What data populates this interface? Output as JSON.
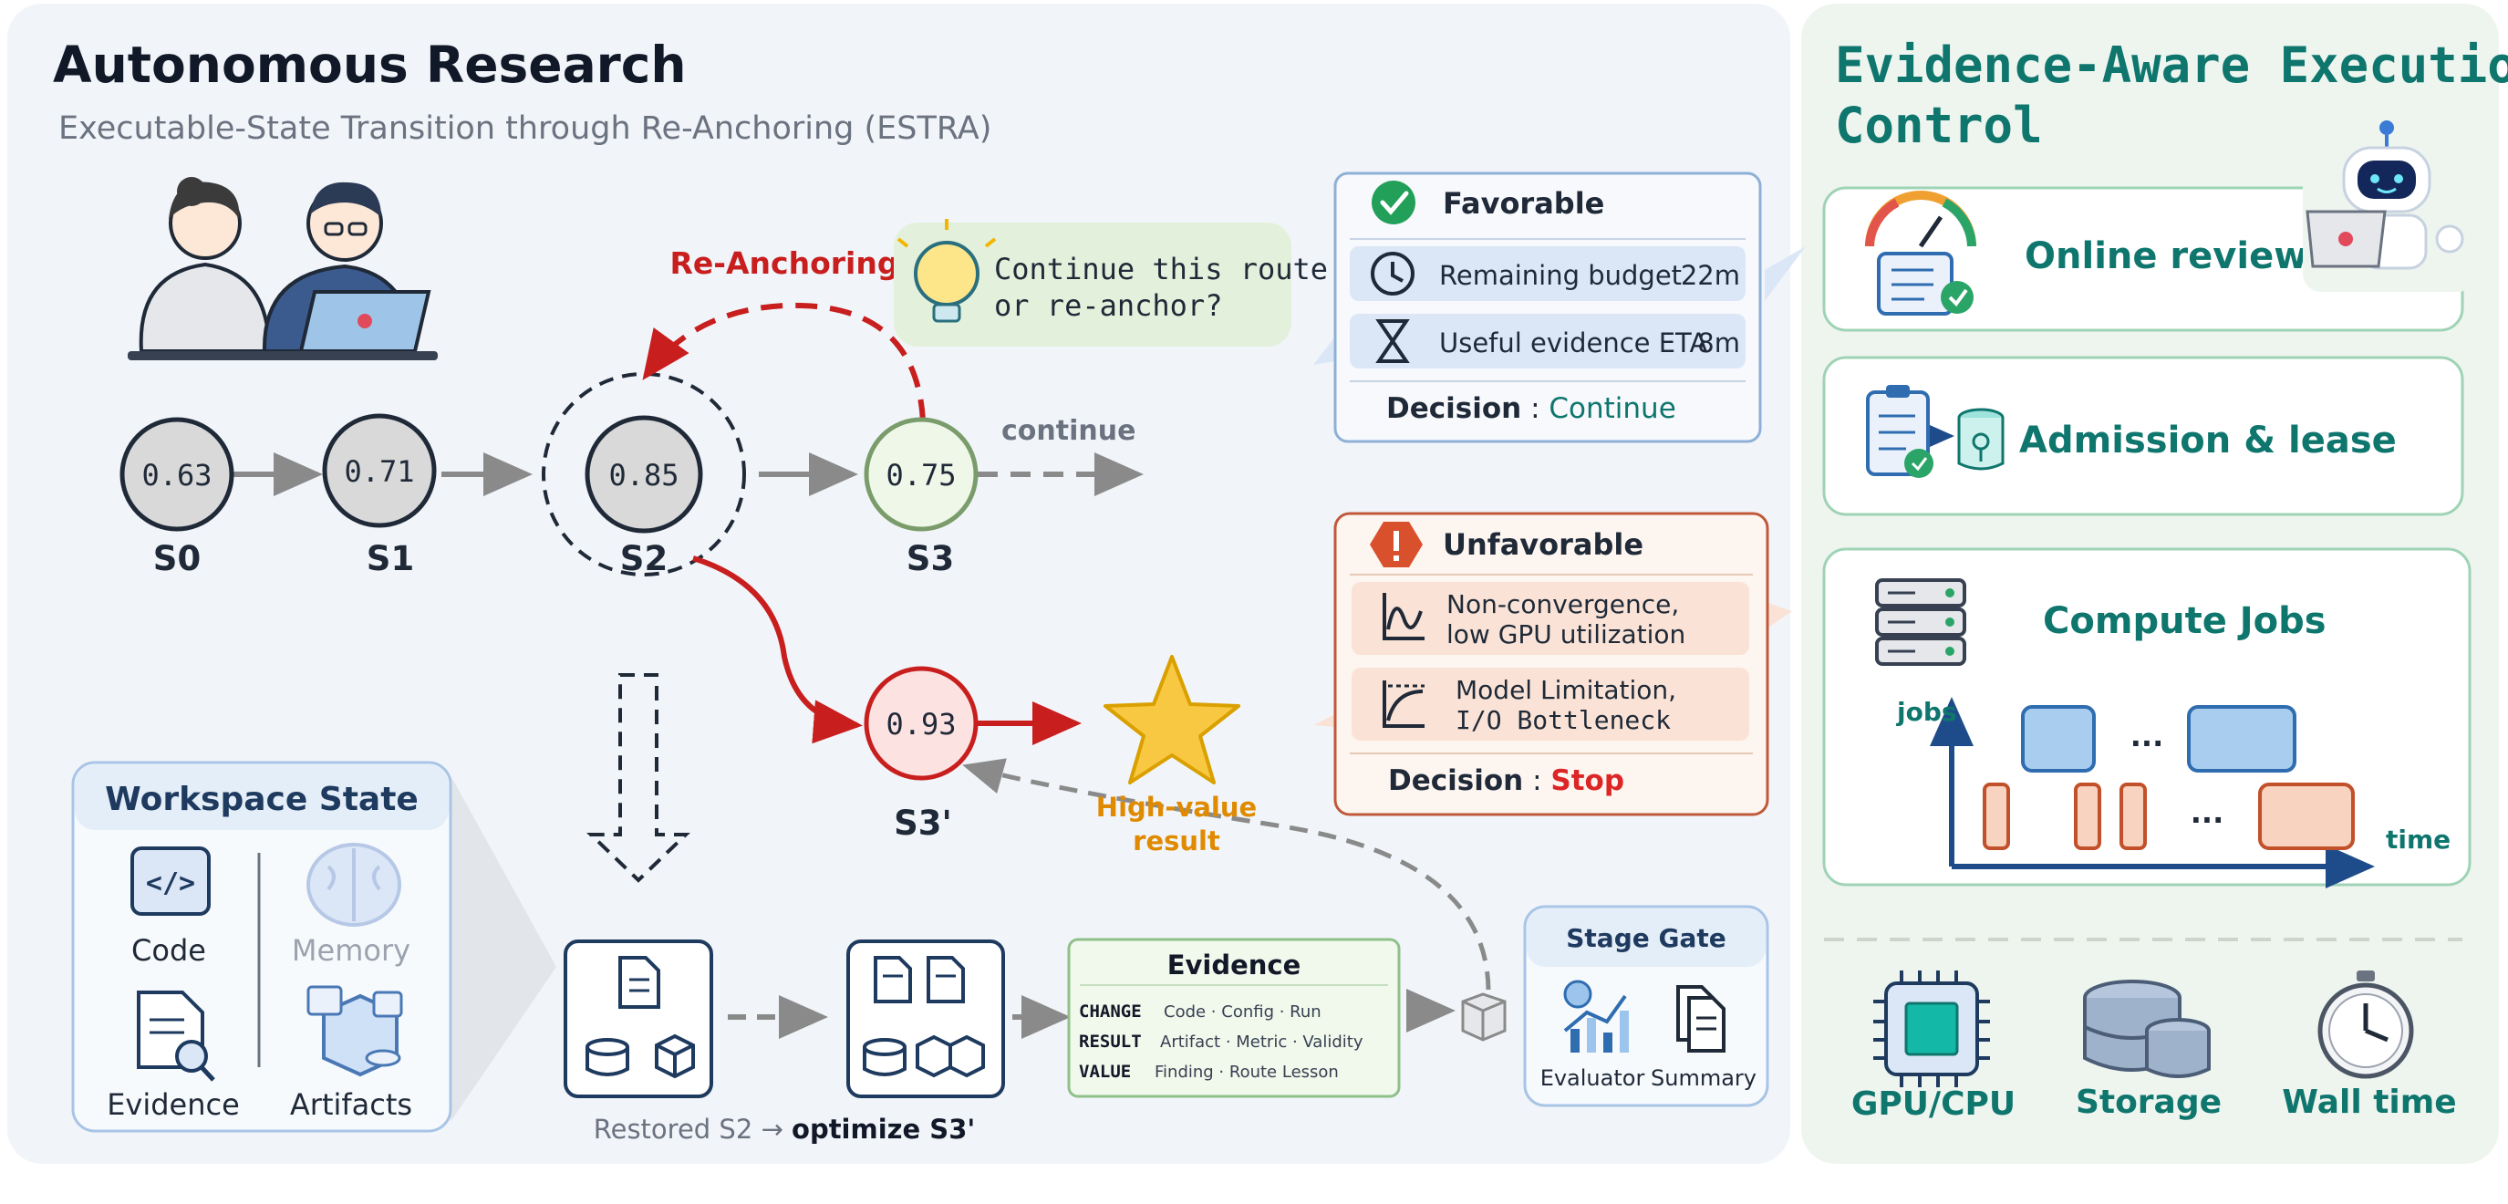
{
  "header": {
    "title": "Autonomous Research",
    "subtitle": "Executable-State Transition through Re-Anchoring (ESTRA)"
  },
  "states": [
    {
      "score": "0.63",
      "label": "S0"
    },
    {
      "score": "0.71",
      "label": "S1"
    },
    {
      "score": "0.85",
      "label": "S2"
    },
    {
      "score": "0.75",
      "label": "S3"
    },
    {
      "score": "0.93",
      "label": "S3'"
    }
  ],
  "flow": {
    "re_anchoring": "Re-Anchoring",
    "continue": "continue",
    "question_line1": "Continue this route",
    "question_line2": "or re-anchor?",
    "high_value_line1": "High-value",
    "high_value_line2": "result",
    "restored_prefix": "Restored S2 → ",
    "restored_bold": "optimize S3'"
  },
  "favorable": {
    "title": "Favorable",
    "rows": [
      {
        "label": "Remaining budget",
        "value": "22m"
      },
      {
        "label": "Useful evidence ETA",
        "value": "8m"
      }
    ],
    "decision_label": "Decision",
    "decision_value": "Continue",
    "decision_color": "#0f766e"
  },
  "unfavorable": {
    "title": "Unfavorable",
    "rows": [
      {
        "line1": "Non-convergence,",
        "line2": "low GPU utilization"
      },
      {
        "line1": "Model Limitation,",
        "line2": "I/O Bottleneck"
      }
    ],
    "decision_label": "Decision",
    "decision_value": "Stop",
    "decision_color": "#dc2626"
  },
  "workspace": {
    "title": "Workspace State",
    "items": [
      "Code",
      "Memory",
      "Evidence",
      "Artifacts"
    ]
  },
  "evidence": {
    "title": "Evidence",
    "rows": [
      {
        "key": "CHANGE",
        "value": "Code · Config · Run"
      },
      {
        "key": "RESULT",
        "value": "Artifact · Metric · Validity"
      },
      {
        "key": "VALUE",
        "value": "Finding · Route Lesson"
      }
    ]
  },
  "stage_gate": {
    "title": "Stage Gate",
    "items": [
      "Evaluator",
      "Summary"
    ]
  },
  "control": {
    "title": "Evidence-Aware Execution Control",
    "online_review": "Online review",
    "admission": "Admission & lease",
    "compute_jobs": "Compute Jobs",
    "axis_y": "jobs",
    "axis_x": "time",
    "ellipsis": "...",
    "resources": [
      "GPU/CPU",
      "Storage",
      "Wall time"
    ]
  },
  "colors": {
    "teal": "#0f766e",
    "red": "#dc2626",
    "orange": "#e08a00",
    "job_blue": "#a9cdee",
    "job_orange": "#f7d3c0"
  }
}
